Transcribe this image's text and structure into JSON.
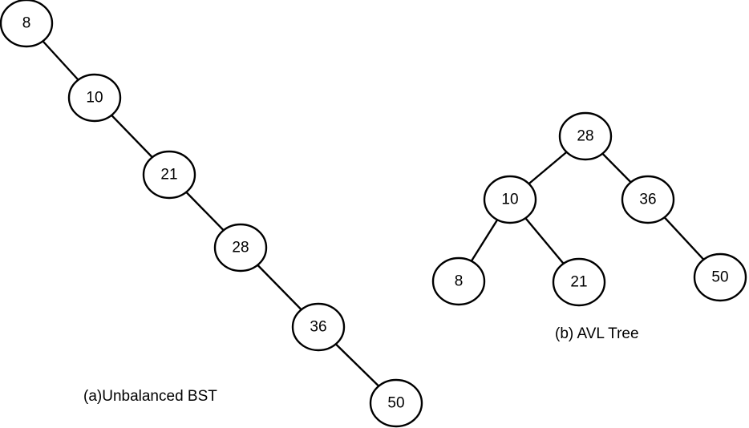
{
  "diagrams": {
    "unbalanced_bst": {
      "caption": "(a)Unbalanced BST",
      "nodes": [
        {
          "id": "u8",
          "label": "8"
        },
        {
          "id": "u10",
          "label": "10"
        },
        {
          "id": "u21",
          "label": "21"
        },
        {
          "id": "u28",
          "label": "28"
        },
        {
          "id": "u36",
          "label": "36"
        },
        {
          "id": "u50",
          "label": "50"
        }
      ],
      "edges": [
        [
          "u8",
          "u10"
        ],
        [
          "u10",
          "u21"
        ],
        [
          "u21",
          "u28"
        ],
        [
          "u28",
          "u36"
        ],
        [
          "u36",
          "u50"
        ]
      ]
    },
    "avl_tree": {
      "caption": "(b) AVL Tree",
      "nodes": [
        {
          "id": "a28",
          "label": "28"
        },
        {
          "id": "a10",
          "label": "10"
        },
        {
          "id": "a36",
          "label": "36"
        },
        {
          "id": "a8",
          "label": "8"
        },
        {
          "id": "a21",
          "label": "21"
        },
        {
          "id": "a50",
          "label": "50"
        }
      ],
      "edges": [
        [
          "a28",
          "a10"
        ],
        [
          "a28",
          "a36"
        ],
        [
          "a10",
          "a8"
        ],
        [
          "a10",
          "a21"
        ],
        [
          "a36",
          "a50"
        ]
      ]
    }
  }
}
